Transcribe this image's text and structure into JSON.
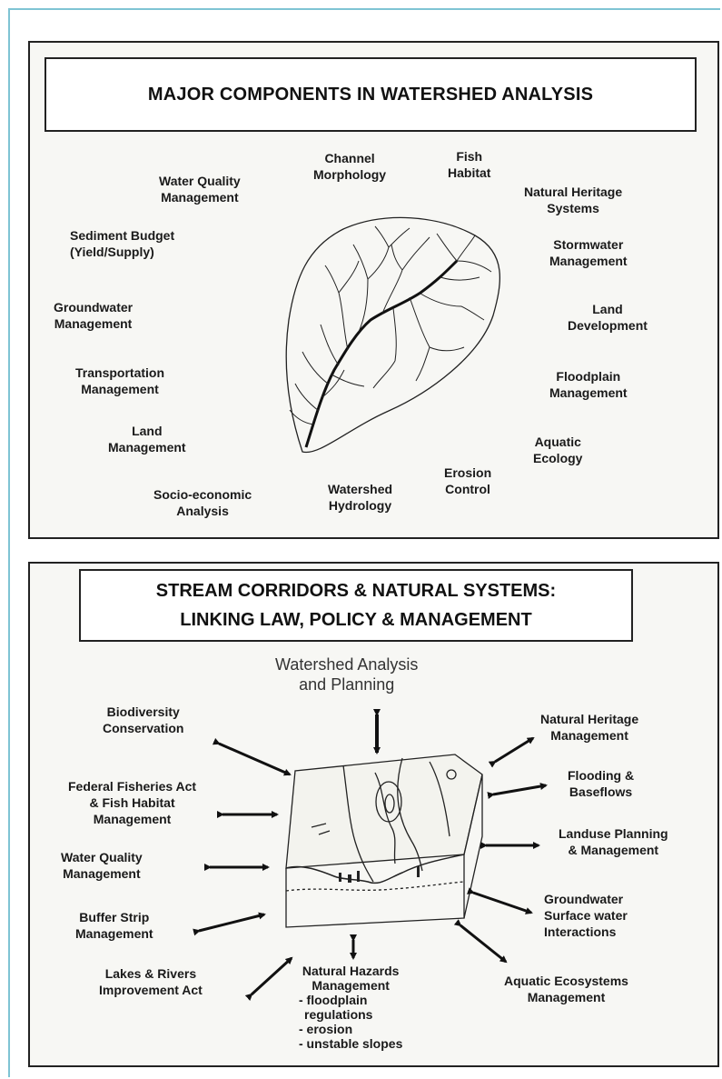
{
  "panel1": {
    "title": "MAJOR COMPONENTS IN WATERSHED ANALYSIS",
    "components": {
      "water_quality": [
        "Water Quality",
        "Management"
      ],
      "channel_morphology": [
        "Channel",
        "Morphology"
      ],
      "fish_habitat": [
        "Fish",
        "Habitat"
      ],
      "natural_heritage": [
        "Natural Heritage",
        "Systems"
      ],
      "sediment_budget": [
        "Sediment Budget",
        "(Yield/Supply)"
      ],
      "stormwater": [
        "Stormwater",
        "Management"
      ],
      "groundwater": [
        "Groundwater",
        "Management"
      ],
      "land_development": [
        "Land",
        "Development"
      ],
      "transportation": [
        "Transportation",
        "Management"
      ],
      "floodplain": [
        "Floodplain",
        "Management"
      ],
      "land_management": [
        "Land",
        "Management"
      ],
      "aquatic_ecology": [
        "Aquatic",
        "Ecology"
      ],
      "socio_economic": [
        "Socio-economic",
        "Analysis"
      ],
      "watershed_hydrology": [
        "Watershed",
        "Hydrology"
      ],
      "erosion_control": [
        "Erosion",
        "Control"
      ]
    }
  },
  "panel2": {
    "title_line1": "STREAM CORRIDORS & NATURAL SYSTEMS:",
    "title_line2": "LINKING LAW, POLICY & MANAGEMENT",
    "center_top": [
      "Watershed Analysis",
      "and Planning"
    ],
    "links": {
      "biodiversity": [
        "Biodiversity",
        "Conservation"
      ],
      "fisheries": [
        "Federal Fisheries Act",
        "& Fish Habitat",
        "Management"
      ],
      "water_quality": [
        "Water Quality",
        "Management"
      ],
      "buffer_strip": [
        "Buffer Strip",
        "Management"
      ],
      "lakes_rivers": [
        "Lakes & Rivers",
        "Improvement Act"
      ],
      "natural_hazards": [
        "Natural Hazards",
        "Management",
        "- floodplain",
        "regulations",
        "- erosion",
        "- unstable slopes"
      ],
      "aquatic_ecosystems": [
        "Aquatic Ecosystems",
        "Management"
      ],
      "groundwater": [
        "Groundwater",
        "Surface water",
        "Interactions"
      ],
      "landuse": [
        "Landuse Planning",
        "& Management"
      ],
      "flooding": [
        "Flooding &",
        "Baseflows"
      ],
      "natural_heritage": [
        "Natural Heritage",
        "Management"
      ]
    }
  }
}
